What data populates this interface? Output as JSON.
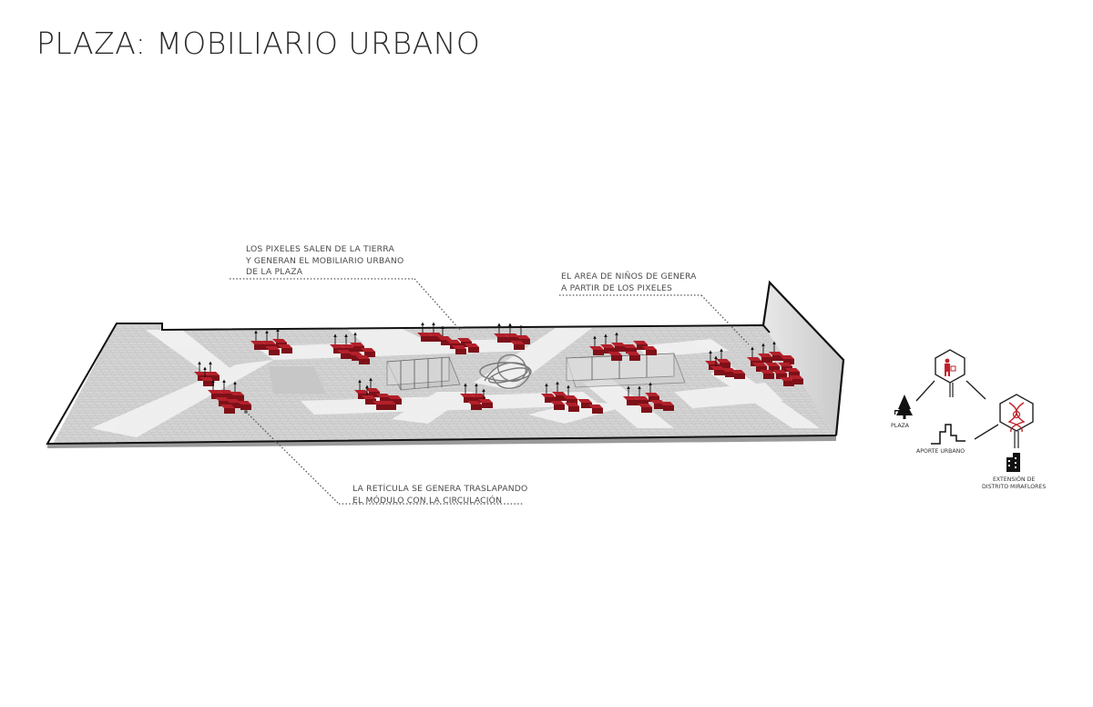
{
  "title": "PLAZA: MOBILIARIO URBANO",
  "annotations": {
    "pixels": {
      "lines": [
        "LOS PIXELES SALEN DE LA TIERRA",
        "Y GENERAN EL MOBILIARIO URBANO",
        "DE LA PLAZA"
      ]
    },
    "kids_area": {
      "lines": [
        "EL AREA DE  NIÑOS DE GENERA",
        "A PARTIR DE LOS PIXELES"
      ]
    },
    "grid": {
      "lines": [
        "LA RETÍCULA SE GENERA TRASLAPANDO",
        "EL MÓDULO CON LA CIRCULACIÓN"
      ]
    }
  },
  "legend": {
    "plaza_label": "PLAZA",
    "aporte_label": "APORTE URBANO",
    "extension_lines": [
      "EXTENSIÓN DE",
      "DISTRITO MIRAFLORES"
    ]
  },
  "colors": {
    "accent_red": "#b3202a",
    "accent_red_dark": "#7d1018",
    "paving": "#d9d9d9",
    "path": "#f4f4f4",
    "outline": "#111111",
    "text": "#2b2b2b"
  },
  "icons": {
    "person_sign": "person-with-sign-icon",
    "dna": "dna-icon",
    "tree": "tree-bench-icon",
    "skyline": "skyline-icon",
    "building": "building-icon"
  }
}
